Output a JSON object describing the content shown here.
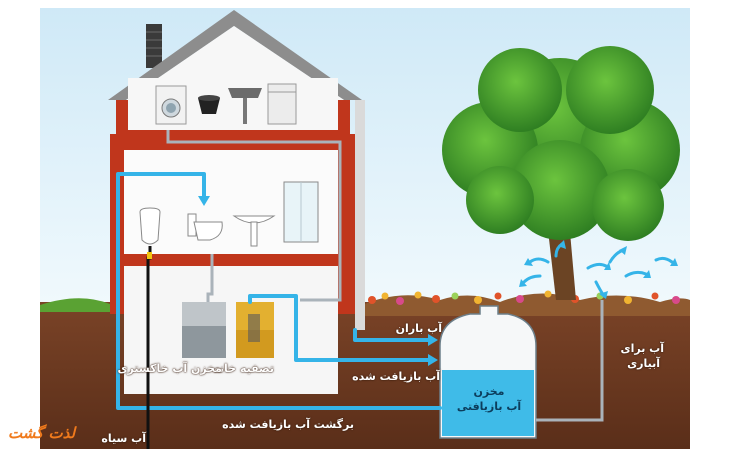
{
  "labels": {
    "rain_water": "آب باران",
    "recycled_water": "آب بازیافت شده",
    "treatment_house": "تصفیه خانه",
    "grey_water_tank": "مخزن آب خاکستری",
    "recycled_return": "برگشت آب بازیافت شده",
    "black_water": "آب سیاه",
    "irrigation_line1": "آب برای",
    "irrigation_line2": "آبیاری",
    "tank_line1": "مخزن",
    "tank_line2": "آب بازیافتی"
  },
  "logo_text": "لذت گشت",
  "colors": {
    "sky": "#e2f3fb",
    "soil": "#6e3b22",
    "wall": "#c0361c",
    "roof": "#9a9a9a",
    "water_pipe": "#35b4e8",
    "black_pipe": "#111111",
    "grey_pipe": "#9aa4ad",
    "tree": "#3e9c2c",
    "tank_water": "#3fbbe8",
    "logo": "#f07a1c"
  },
  "icons": [
    "washing-machine-icon",
    "bucket-icon",
    "sink-icon",
    "dishwasher-icon",
    "urinal-icon",
    "toilet-icon",
    "washbasin-icon",
    "shower-cabin-icon",
    "chimney-icon",
    "tree-icon"
  ]
}
